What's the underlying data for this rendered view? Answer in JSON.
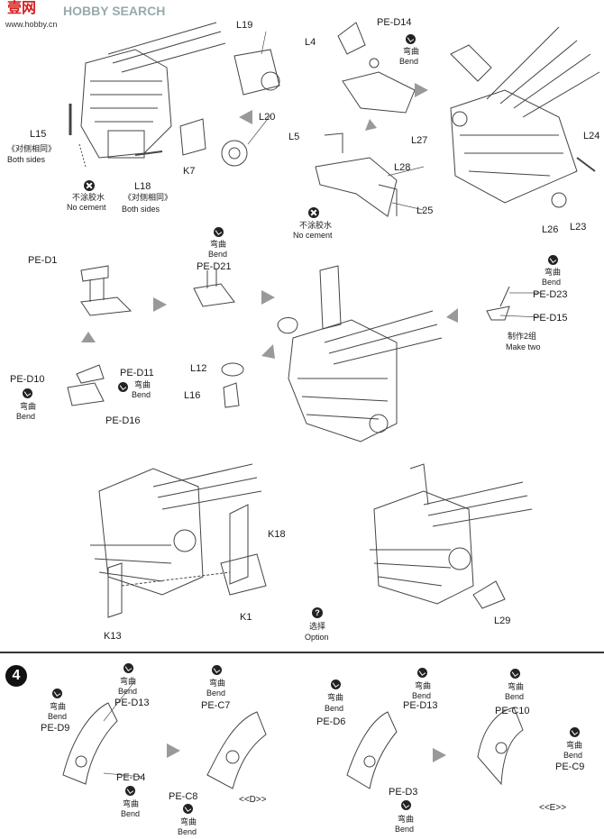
{
  "brand": {
    "logo_text": "HOBBY SEARCH",
    "cn_text": "壹网",
    "url_text": "www.hobby.cn"
  },
  "common": {
    "bend_cn": "弯曲",
    "bend_en": "Bend",
    "no_cement_cn": "不涂胶水",
    "no_cement_en": "No cement",
    "both_cn": "《对侧相同》",
    "both_en": "Both sides",
    "make_two_cn": "制作2组",
    "make_two_en": "Make two",
    "option_cn": "选择",
    "option_en": "Option"
  },
  "parts": {
    "L19": "L19",
    "L20": "L20",
    "L15": "L15",
    "L18": "L18",
    "K7": "K7",
    "PE_D14": "PE-D14",
    "L4": "L4",
    "L5": "L5",
    "L28": "L28",
    "L25": "L25",
    "L27": "L27",
    "L24": "L24",
    "L26": "L26",
    "L23": "L23",
    "PE_D1": "PE-D1",
    "PE_D21": "PE-D21",
    "PE_D23": "PE-D23",
    "PE_D15": "PE-D15",
    "PE_D10": "PE-D10",
    "PE_D11": "PE-D11",
    "PE_D16": "PE-D16",
    "L12": "L12",
    "L16": "L16",
    "K18": "K18",
    "K13": "K13",
    "K1": "K1",
    "L29": "L29",
    "PE_D13": "PE-D13",
    "PE_D9": "PE-D9",
    "PE_D4": "PE-D4",
    "PE_C7": "PE-C7",
    "PE_C8": "PE-C8",
    "PE_D6": "PE-D6",
    "PE_D13b": "PE-D13",
    "PE_D3": "PE-D3",
    "PE_C10": "PE-C10",
    "PE_C9": "PE-C9"
  },
  "step": {
    "number": "4",
    "sub_d": "<<D>>",
    "sub_e": "<<E>>"
  }
}
